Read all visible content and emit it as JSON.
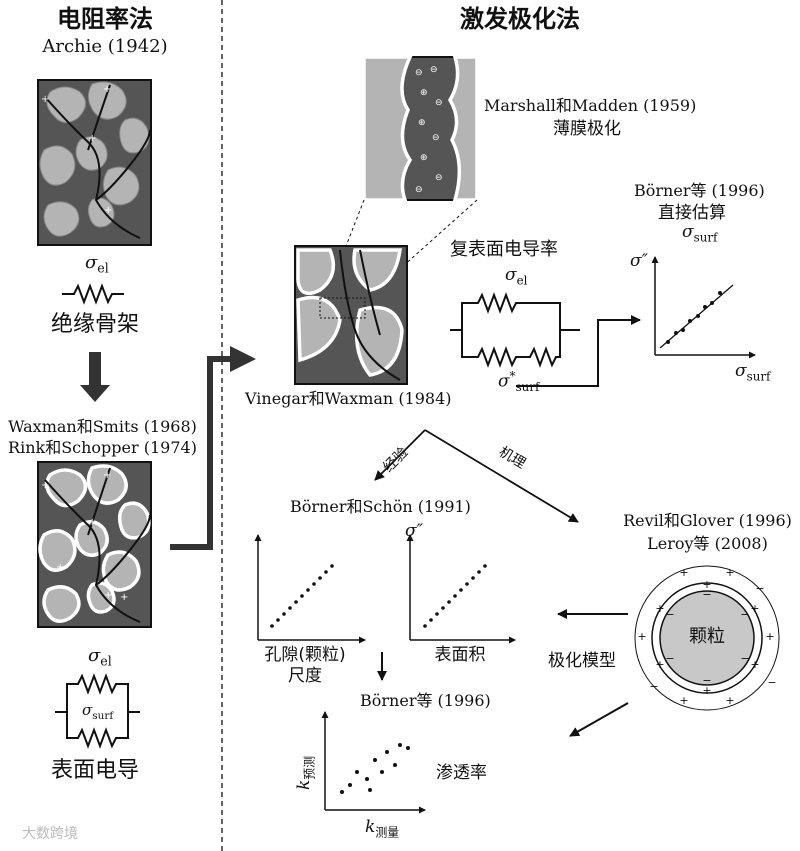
{
  "left": {
    "title": "电阻率法",
    "archie": "Archie (1942)",
    "sigma_el_1": "σ",
    "sigma_el_1_sub": "el",
    "insulating": "绝缘骨架",
    "waxman": "Waxman和Smits (1968)",
    "rink": "Rink和Schopper (1974)",
    "sigma_el_2": "σ",
    "sigma_el_2_sub": "el",
    "sigma_surf_1": "σ",
    "sigma_surf_1_sub": "surf",
    "surface_conduction": "表面电导"
  },
  "right": {
    "title": "激发极化法",
    "marshall": "Marshall和Madden (1959)",
    "thin_film": "薄膜极化",
    "borner_direct_ref": "Börner等 (1996)",
    "direct_estimate": "直接估算",
    "sigma_surf_label": "σ",
    "sigma_surf_label_sub": "surf",
    "complex_surface": "复表面电导率",
    "sigma_el_3": "σ",
    "sigma_el_3_sub": "el",
    "sigma_star": "σ",
    "sigma_star_sup": "*",
    "sigma_star_sub": "surf",
    "vinegar": "Vinegar和Waxman (1984)",
    "axis_sigma_dprime": "σ″",
    "axis_sigma_surf": "σ",
    "axis_sigma_surf_sub": "surf",
    "empirical": "经验",
    "mechanism": "机理",
    "borner_schon": "Börner和Schön (1991)",
    "sigma_dprime_2": "σ″",
    "pore_scale_1": "孔隙(颗粒)",
    "pore_scale_2": "尺度",
    "surface_area": "表面积",
    "revil": "Revil和Glover (1996)",
    "leroy": "Leroy等 (2008)",
    "grain": "颗粒",
    "polarization_model": "极化模型",
    "borner_1996": "Börner等 (1996)",
    "k_pred": "k",
    "k_pred_sub": "预测",
    "permeability": "渗透率",
    "k_meas": "k",
    "k_meas_sub": "测量"
  },
  "watermark": "大数跨境"
}
